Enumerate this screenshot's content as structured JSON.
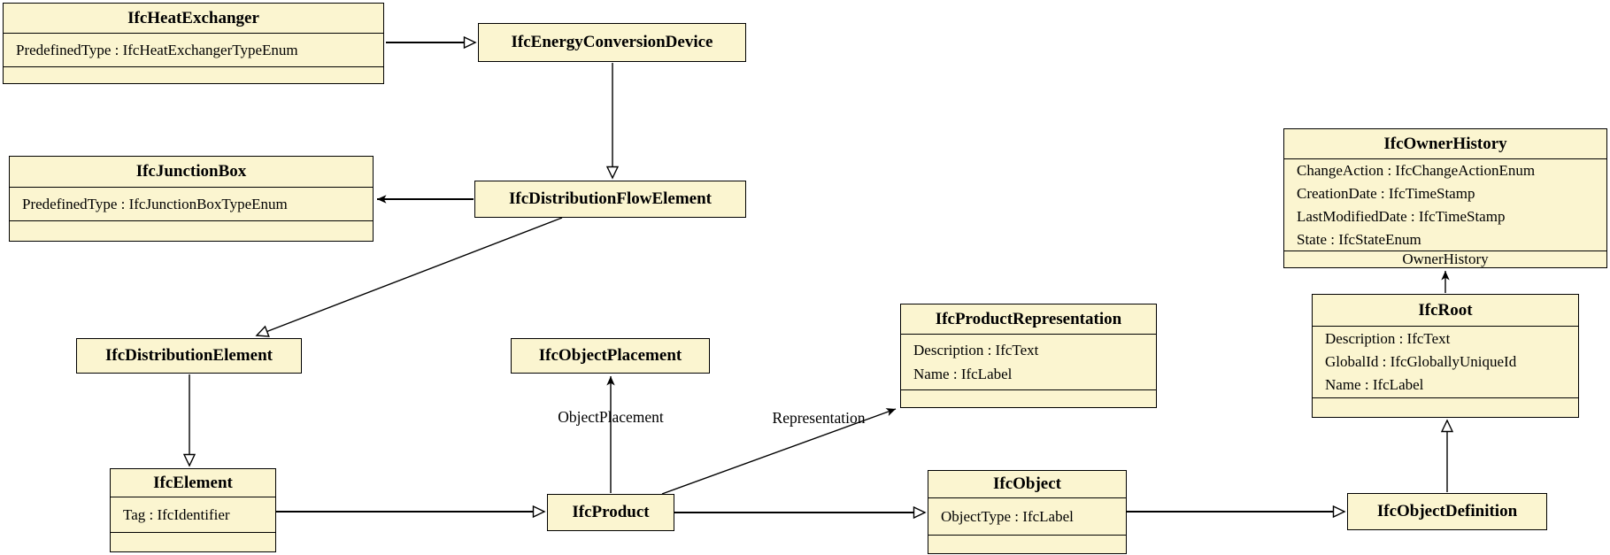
{
  "diagram": {
    "classes": {
      "heat_exchanger": {
        "title": "IfcHeatExchanger",
        "attributes": [
          "PredefinedType : IfcHeatExchangerTypeEnum"
        ]
      },
      "energy_conversion_device": {
        "title": "IfcEnergyConversionDevice"
      },
      "junction_box": {
        "title": "IfcJunctionBox",
        "attributes": [
          "PredefinedType : IfcJunctionBoxTypeEnum"
        ]
      },
      "distribution_flow_element": {
        "title": "IfcDistributionFlowElement"
      },
      "distribution_element": {
        "title": "IfcDistributionElement"
      },
      "object_placement": {
        "title": "IfcObjectPlacement"
      },
      "product_representation": {
        "title": "IfcProductRepresentation",
        "attributes": [
          "Description : IfcText",
          "Name : IfcLabel"
        ]
      },
      "owner_history": {
        "title": "IfcOwnerHistory",
        "attributes": [
          "ChangeAction : IfcChangeActionEnum",
          "CreationDate : IfcTimeStamp",
          "LastModifiedDate : IfcTimeStamp",
          "State : IfcStateEnum"
        ],
        "footer": "OwnerHistory"
      },
      "root": {
        "title": "IfcRoot",
        "attributes": [
          "Description : IfcText",
          "GlobalId : IfcGloballyUniqueId",
          "Name : IfcLabel"
        ]
      },
      "element": {
        "title": "IfcElement",
        "attributes": [
          "Tag : IfcIdentifier"
        ]
      },
      "product": {
        "title": "IfcProduct"
      },
      "object": {
        "title": "IfcObject",
        "attributes": [
          "ObjectType : IfcLabel"
        ]
      },
      "object_definition": {
        "title": "IfcObjectDefinition"
      }
    },
    "labels": {
      "object_placement": "ObjectPlacement",
      "representation": "Representation"
    },
    "colors": {
      "box_fill": "#FBF5D0",
      "box_border": "#000000",
      "line": "#000000",
      "background": "#FFFFFF"
    }
  }
}
